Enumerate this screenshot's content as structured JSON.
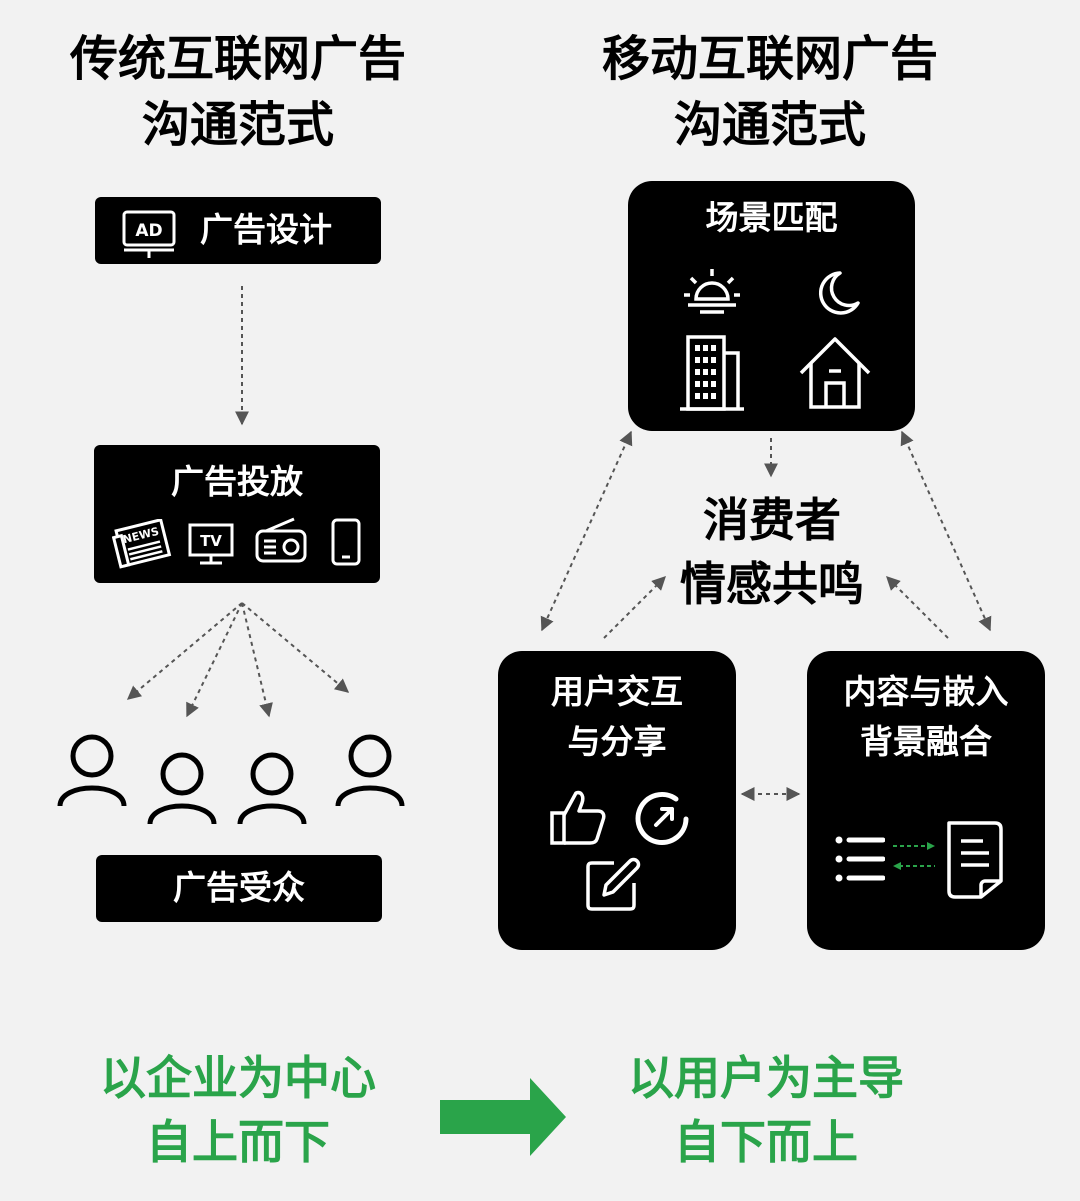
{
  "left": {
    "heading_line1": "传统互联网广告",
    "heading_line2": "沟通范式",
    "design_label": "广告设计",
    "ad_icon_text": "AD",
    "delivery_label": "广告投放",
    "news_icon_text": "NEWS",
    "tv_icon_text": "TV",
    "audience_label": "广告受众",
    "slogan_line1": "以企业为中心",
    "slogan_line2": "自上而下"
  },
  "right": {
    "heading_line1": "移动互联网广告",
    "heading_line2": "沟通范式",
    "scene_label": "场景匹配",
    "center_line1": "消费者",
    "center_line2": "情感共鸣",
    "interaction_line1": "用户交互",
    "interaction_line2": "与分享",
    "content_line1": "内容与嵌入",
    "content_line2": "背景融合",
    "slogan_line1": "以用户为主导",
    "slogan_line2": "自下而上"
  },
  "colors": {
    "background": "#f2f2f2",
    "box": "#000000",
    "accent_green": "#2aa44a",
    "arrow_gray": "#555555"
  },
  "icons": [
    "ad-monitor-icon",
    "newspaper-icon",
    "tv-icon",
    "radio-icon",
    "phone-icon",
    "person-icon",
    "sunrise-icon",
    "moon-icon",
    "building-icon",
    "house-icon",
    "thumbs-up-icon",
    "share-icon",
    "edit-icon",
    "list-icon",
    "document-icon",
    "big-arrow-icon"
  ]
}
